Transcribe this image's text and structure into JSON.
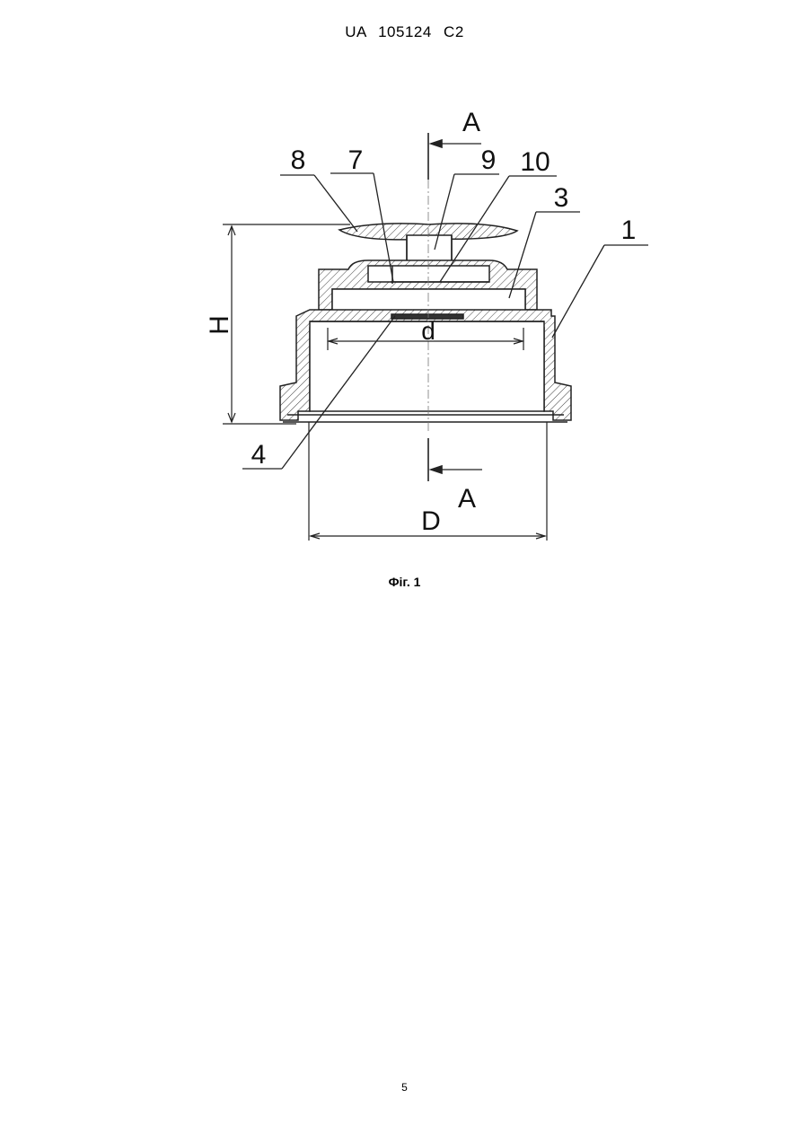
{
  "header": {
    "patent_number": "UA   105124   C2"
  },
  "figure": {
    "labels": {
      "l1": "1",
      "l3": "3",
      "l4": "4",
      "l7": "7",
      "l8": "8",
      "l9": "9",
      "l10": "10",
      "lH": "H",
      "ld": "d",
      "lD": "D",
      "sectionTop": "A",
      "sectionBottom": "A"
    },
    "caption": "Фіг. 1"
  },
  "footer": {
    "page_number": "5"
  }
}
